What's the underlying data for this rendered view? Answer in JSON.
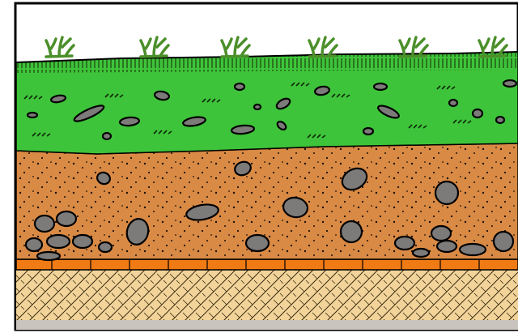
{
  "figure": {
    "subject": "soil-profile-cross-section",
    "labels_shown": false,
    "layers": [
      {
        "name": "surface-vegetation",
        "color": "#56b84a"
      },
      {
        "name": "topsoil-organic-layer",
        "color": "#3ec43a"
      },
      {
        "name": "subsoil-layer",
        "color": "#d98a45"
      },
      {
        "name": "clay-pan-band",
        "color": "#f07a14"
      },
      {
        "name": "parent-material-layer",
        "color": "#f2d49a"
      },
      {
        "name": "bedrock",
        "color": "#c9c4bd"
      }
    ],
    "stone_color": "#7d7a7a",
    "outline_color": "#000000"
  }
}
